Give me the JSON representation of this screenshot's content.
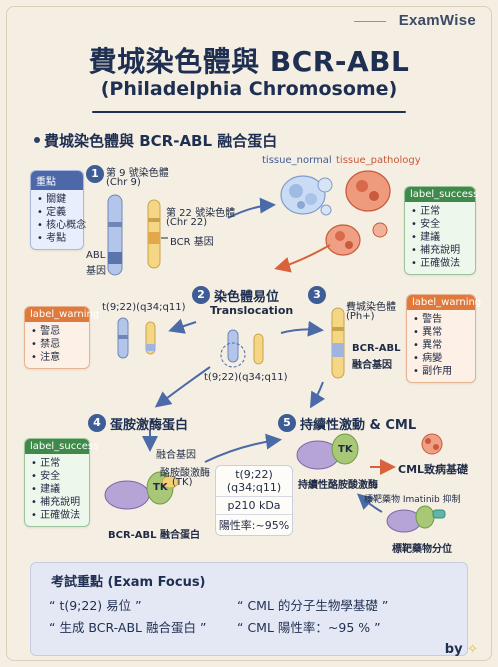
{
  "brand": "ExamWise",
  "title": "費城染色體與 BCR-ABL",
  "subtitle": "(Philadelphia Chromosome)",
  "section_heading": "費城染色體與 BCR-ABL 融合蛋白",
  "tissue_labels": {
    "normal": "tissue_normal",
    "pathology": "tissue_pathology"
  },
  "key_points_box": {
    "head": "重點",
    "items": [
      "關鍵",
      "定義",
      "核心概念",
      "考點"
    ]
  },
  "success_box_right": {
    "head": "label_success",
    "items": [
      "正常",
      "安全",
      "建議",
      "補充說明",
      "正確做法"
    ]
  },
  "warning_box_left": {
    "head": "label_warning",
    "items": [
      "警忌",
      "禁忌",
      "注意"
    ]
  },
  "warning_box_right": {
    "head": "label_warning",
    "items": [
      "警告",
      "異常",
      "異常",
      "病變",
      "副作用"
    ]
  },
  "success_box_left": {
    "head": "label_success",
    "items": [
      "正常",
      "安全",
      "建議",
      "補充說明",
      "正確做法"
    ]
  },
  "step1": {
    "num": "1",
    "chr9_line1": "第 9 號染色體",
    "chr9_line2": "(Chr 9)",
    "chr22_line1": "第 22 號染色體",
    "chr22_line2": "(Chr 22)",
    "abl_line1": "ABL",
    "abl_line2": "基因",
    "bcr": "BCR 基因"
  },
  "step2": {
    "num": "2",
    "title": "染色體易位",
    "subtitle": "Translocation",
    "label_top": "t(9;22)(q34;q11)",
    "label_bottom": "t(9;22)(q34;q11)"
  },
  "step3": {
    "num": "3",
    "ph_line1": "費城染色體",
    "ph_line2": "(Ph+)",
    "fusion_line1": "BCR-ABL",
    "fusion_line2": "融合基因"
  },
  "step4": {
    "num": "4",
    "title": "蛋胺激酶蛋白",
    "fusion_gene": "融合基因",
    "kinase_line1": "酪胺酸激酶",
    "kinase_line2": "(TK)",
    "tk": "TK",
    "protein": "BCR-ABL 融合蛋白"
  },
  "info_card": {
    "line1": "t(9;22)",
    "line2": "(q34;q11)",
    "line3": "p210 kDa",
    "line4": "陽性率:~95%"
  },
  "step5": {
    "num": "5",
    "title": "持續性激動 & CML",
    "tk": "TK",
    "active_kinase": "持續性酪胺酸激酶",
    "cml": "CML致病基礎",
    "drug": "標靶藥物 Imatinib 抑制",
    "drug_bind": "標靶藥物分位"
  },
  "exam": {
    "title": "考試重點 (Exam Focus)",
    "items": [
      "“ t(9;22) 易位 ”",
      "“ CML 的分子生物學基礎 ”",
      "“ 生成 BCR-ABL 融合蛋白 ”",
      "“ CML 陽性率：~95 % ”"
    ],
    "by": "by"
  },
  "colors": {
    "navy": "#1f2f52",
    "step_badge": "#3e5c95",
    "chr9_blue": "#a9bfe6",
    "chr22_yellow": "#f3d27a",
    "success_green": "#3f8a4a",
    "warning_orange": "#e07a3c",
    "tissue_blue": "#b8d0ee",
    "tissue_red": "#e8846b"
  }
}
